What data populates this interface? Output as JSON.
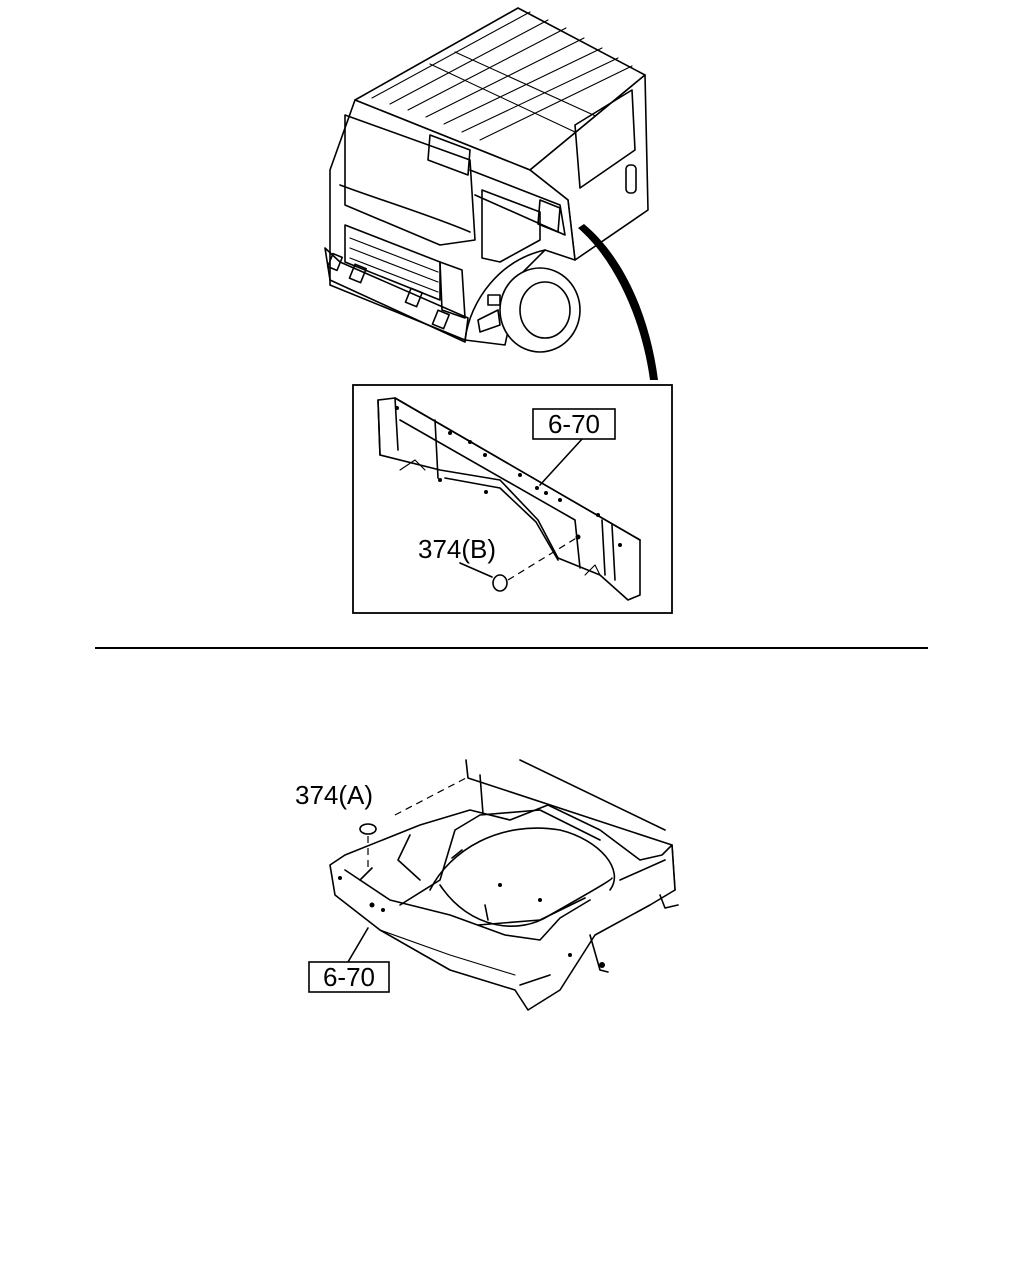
{
  "callouts": {
    "upper_ref": "6-70",
    "upper_part": "374(B)",
    "lower_part": "374(A)",
    "lower_ref": "6-70"
  }
}
